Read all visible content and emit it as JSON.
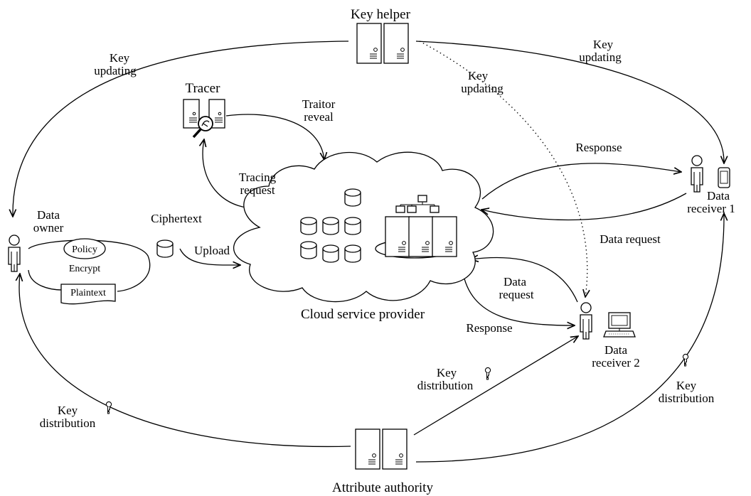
{
  "entities": {
    "key_helper": "Key helper",
    "tracer": "Tracer",
    "cloud": "Cloud service provider",
    "data_owner": [
      "Data",
      "owner"
    ],
    "receiver1": [
      "Data",
      "receiver 1"
    ],
    "receiver2": [
      "Data",
      "receiver 2"
    ],
    "authority": "Attribute authority"
  },
  "owner_box": {
    "policy": "Policy",
    "encrypt": "Encrypt",
    "plaintext": "Plaintext",
    "ciphertext": "Ciphertext",
    "upload": "Upload"
  },
  "edges": {
    "key_update_owner": [
      "Key",
      "updating"
    ],
    "key_update_r1": [
      "Key",
      "updating"
    ],
    "key_update_r2": [
      "Key",
      "updating"
    ],
    "traitor_reveal": [
      "Traitor",
      "reveal"
    ],
    "tracing_request": [
      "Tracing",
      "request"
    ],
    "response_r1": "Response",
    "data_request_r1": "Data request",
    "data_request_r2": [
      "Data",
      "request"
    ],
    "response_r2": "Response",
    "key_dist_owner": [
      "Key",
      "distribution"
    ],
    "key_dist_r2": [
      "Key",
      "distribution"
    ],
    "key_dist_r1": [
      "Key",
      "distribution"
    ]
  },
  "icons": [
    "server-icon",
    "magnifier-icon",
    "database-icon",
    "person-icon",
    "phone-icon",
    "computer-icon",
    "key-icon",
    "cloud-icon"
  ]
}
